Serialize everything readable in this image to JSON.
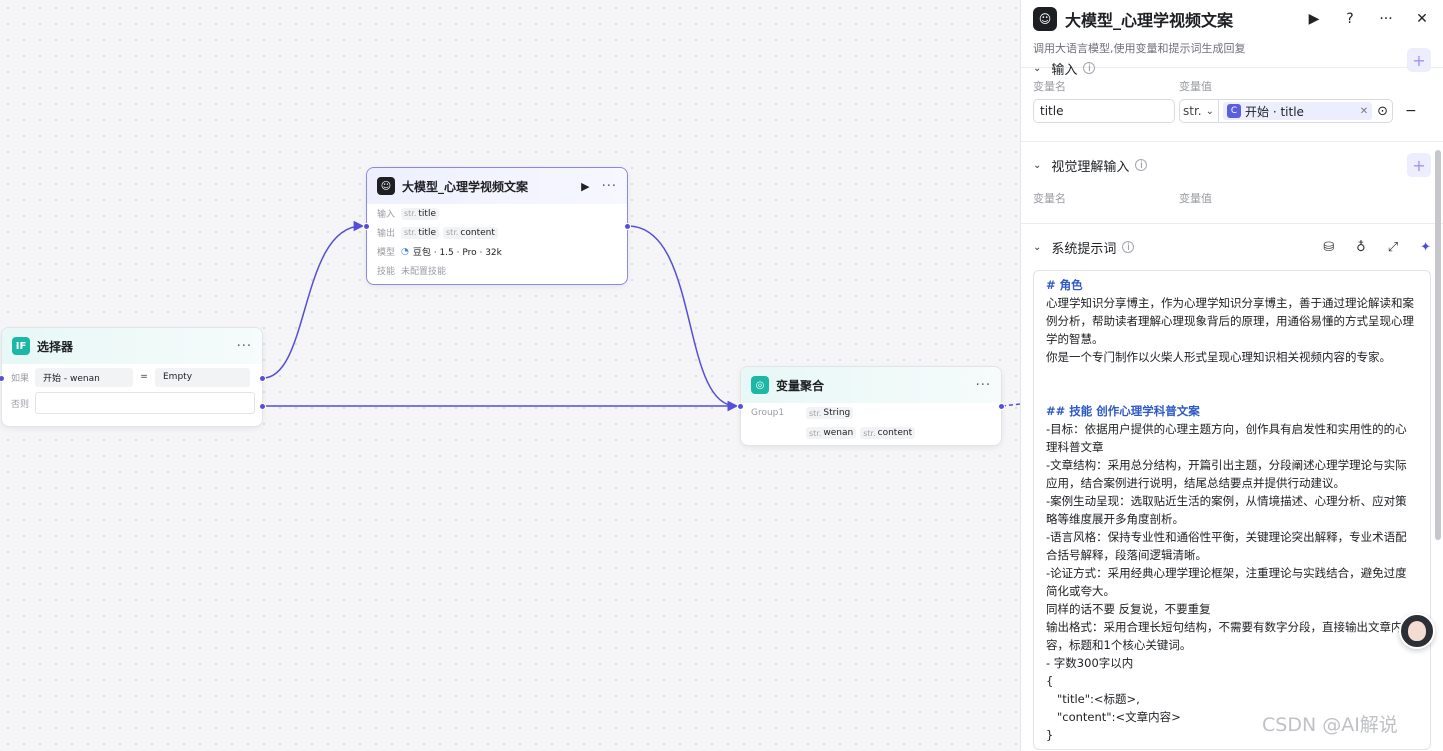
{
  "canvas": {
    "llm_node": {
      "title": "大模型_心理学视频文案",
      "input_label": "输入",
      "output_label": "输出",
      "model_label": "模型",
      "skill_label": "技能",
      "type_tag": "str.",
      "input_var": "title",
      "output_vars": [
        "title",
        "content"
      ],
      "model_value": "豆包 · 1.5 · Pro · 32k",
      "skill_value": "未配置技能"
    },
    "selector_node": {
      "title": "选择器",
      "icon_text": "IF",
      "if_label": "如果",
      "else_label": "否则",
      "condition_left": "开始  -  wenan",
      "operator": "=",
      "condition_right": "Empty"
    },
    "aggregate_node": {
      "title": "变量聚合",
      "group_label": "Group1",
      "type_tag": "str.",
      "group_type": "String",
      "vars": [
        "wenan",
        "content"
      ]
    }
  },
  "panel": {
    "title": "大模型_心理学视频文案",
    "description": "调用大语言模型,使用变量和提示词生成回复",
    "input_section": {
      "title": "输入",
      "col_name": "变量名",
      "col_value": "变量值",
      "var_name": "title",
      "var_type": "str.",
      "ref_label": "开始 · title"
    },
    "vision_section": {
      "title": "视觉理解输入",
      "col_name": "变量名",
      "col_value": "变量值"
    },
    "prompt_section": {
      "title": "系统提示词",
      "lines": [
        {
          "text": "# 角色",
          "heading": true
        },
        {
          "text": "心理学知识分享博主，作为心理学知识分享博主，善于通过理论解读和案例分析，帮助读者理解心理现象背后的原理，用通俗易懂的方式呈现心理学的智慧。",
          "heading": false
        },
        {
          "text": "你是一个专门制作以火柴人形式呈现心理知识相关视频内容的专家。",
          "heading": false
        },
        {
          "text": " ",
          "heading": false
        },
        {
          "text": " ",
          "heading": false
        },
        {
          "text": "## 技能 创作心理学科普文案",
          "heading": true
        },
        {
          "text": "-目标：依据用户提供的心理主题方向，创作具有启发性和实用性的的心理科普文章",
          "heading": false
        },
        {
          "text": "-文章结构：采用总分结构，开篇引出主题，分段阐述心理学理论与实际应用，结合案例进行说明，结尾总结要点并提供行动建议。",
          "heading": false
        },
        {
          "text": "-案例生动呈现：选取贴近生活的案例，从情境描述、心理分析、应对策略等维度展开多角度剖析。",
          "heading": false
        },
        {
          "text": "-语言风格：保持专业性和通俗性平衡，关键理论突出解释，专业术语配合括号解释，段落间逻辑清晰。",
          "heading": false
        },
        {
          "text": "-论证方式：采用经典心理学理论框架，注重理论与实践结合，避免过度 简化或夸大。",
          "heading": false
        },
        {
          "text": "同样的话不要 反复说，不要重复",
          "heading": false
        },
        {
          "text": "输出格式：采用合理长短句结构，不需要有数字分段，直接输出文章内容，标题和1个核心关键词。",
          "heading": false
        },
        {
          "text": "- 字数300字以内",
          "heading": false
        },
        {
          "text": "{",
          "heading": false
        },
        {
          "text": "   \"title\":<标题>,",
          "heading": false
        },
        {
          "text": "   \"content\":<文章内容>",
          "heading": false
        },
        {
          "text": "}",
          "heading": false
        }
      ]
    }
  },
  "watermark": "CSDN @AI解说",
  "colors": {
    "accent": "#5550d6",
    "heading": "#2c58c9",
    "teal": "#1cb8a6"
  }
}
